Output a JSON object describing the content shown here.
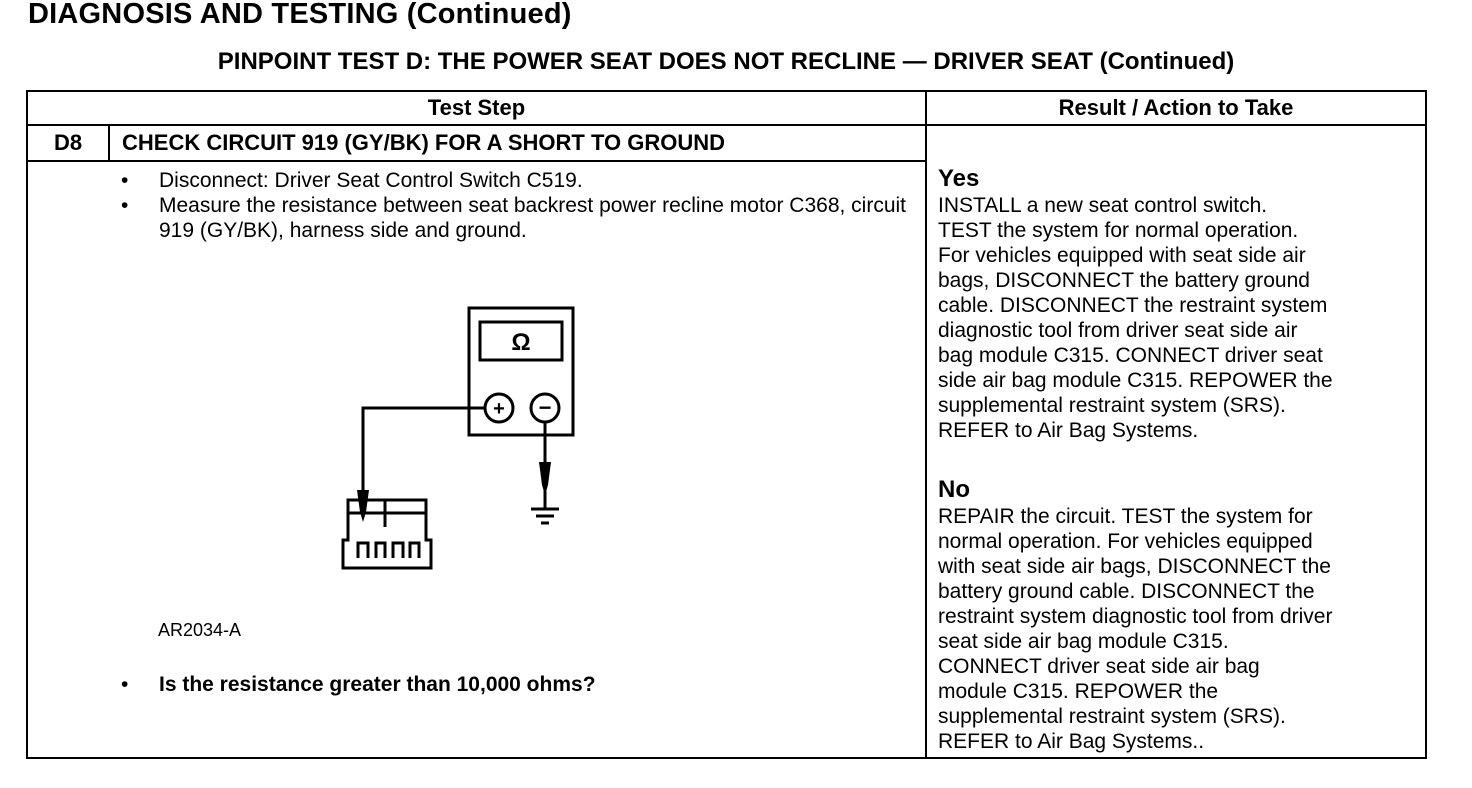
{
  "page": {
    "title": "DIAGNOSIS AND TESTING (Continued)",
    "test_title": "PINPOINT TEST  D: THE POWER SEAT DOES NOT RECLINE — DRIVER SEAT (Continued)"
  },
  "table": {
    "col_test_step": "Test Step",
    "col_result": "Result / Action to Take"
  },
  "step": {
    "id": "D8",
    "title": "CHECK CIRCUIT 919 (GY/BK) FOR A SHORT TO GROUND",
    "bullet_symbol": "•",
    "bullets": [
      "Disconnect: Driver Seat Control Switch C519.",
      "Measure the resistance between seat backrest power recline motor C368, circuit 919 (GY/BK), harness side and ground."
    ],
    "figure_id": "AR2034-A",
    "question": "Is the resistance greater than 10,000 ohms?",
    "meter": {
      "display_symbol": "Ω",
      "plus_symbol": "+",
      "minus_symbol": "−",
      "icon": "ohmmeter-icon"
    }
  },
  "results": {
    "yes_label": "Yes",
    "yes_lines": [
      "INSTALL a new seat control switch.",
      "TEST the system for normal operation.",
      "For vehicles equipped with seat side air",
      "bags, DISCONNECT the battery ground",
      "cable. DISCONNECT the  restraint system",
      "diagnostic tool from driver seat side air",
      "bag module C315. CONNECT driver seat",
      "side air bag module C315. REPOWER the",
      "supplemental restraint system (SRS).",
      "REFER to  Air Bag Systems."
    ],
    "no_label": "No",
    "no_lines": [
      "REPAIR the circuit. TEST the system for",
      "normal operation. For vehicles equipped",
      "with seat side air bags, DISCONNECT the",
      "battery ground cable. DISCONNECT the",
      "restraint system diagnostic tool from driver",
      "seat side air bag module C315.",
      "CONNECT  driver seat side air bag",
      "module C315. REPOWER the",
      "supplemental restraint system (SRS).",
      "REFER to Air Bag Systems.."
    ]
  }
}
